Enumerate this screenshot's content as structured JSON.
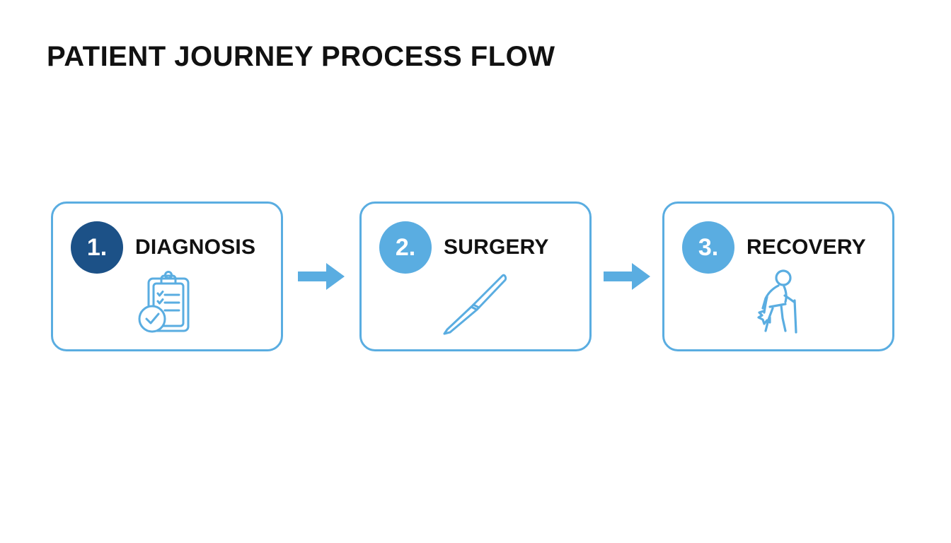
{
  "page": {
    "title": "PATIENT JOURNEY PROCESS FLOW",
    "background_color": "#ffffff"
  },
  "colors": {
    "accent_light_blue": "#5aade1",
    "accent_dark_blue": "#1c5187",
    "text_black": "#111111",
    "card_border": "#5aade1"
  },
  "flow": {
    "steps": [
      {
        "number": "1.",
        "label": "DIAGNOSIS",
        "badge_color": "#1c5187",
        "icon_name": "clipboard-check-icon"
      },
      {
        "number": "2.",
        "label": "SURGERY",
        "badge_color": "#5aade1",
        "icon_name": "scalpel-icon"
      },
      {
        "number": "3.",
        "label": "RECOVERY",
        "badge_color": "#5aade1",
        "icon_name": "person-walking-cane-icon"
      }
    ],
    "connectors": [
      {
        "icon_name": "arrow-right-icon",
        "color": "#5aade1"
      },
      {
        "icon_name": "arrow-right-icon",
        "color": "#5aade1"
      }
    ]
  }
}
